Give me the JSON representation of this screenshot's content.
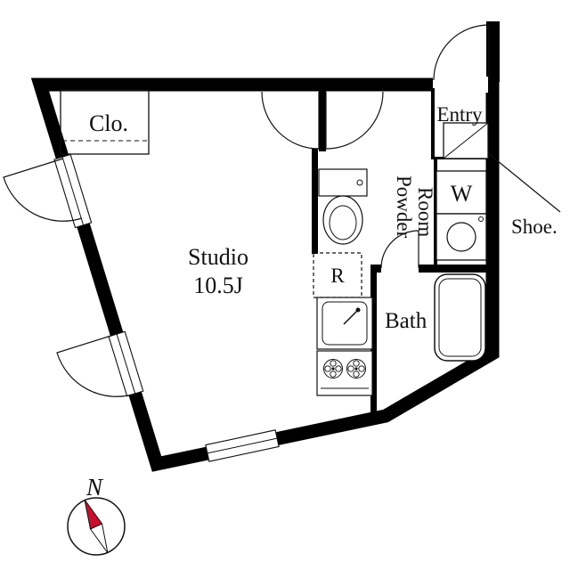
{
  "plan": {
    "rooms": {
      "closet": "Clo.",
      "entry": "Entry",
      "studio_name": "Studio",
      "studio_size": "10.5J",
      "powder_word1": "Powder",
      "powder_word2": "Room",
      "bath": "Bath"
    },
    "fixtures": {
      "washer": "W",
      "refrigerator": "R",
      "shoe_cabinet": "Shoe."
    },
    "compass": {
      "north": "N"
    },
    "colors": {
      "wall": "#000000",
      "north_red": "#c8102e"
    }
  }
}
